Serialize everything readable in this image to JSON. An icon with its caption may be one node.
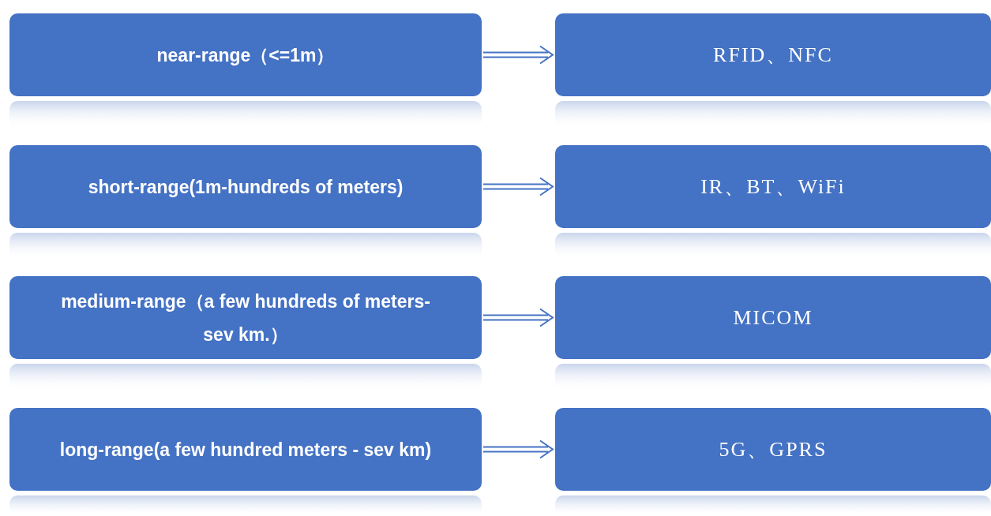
{
  "diagram": {
    "nodes": [
      {
        "text": [
          "near-range（<=1m）"
        ]
      },
      {
        "text": [
          "RFID、NFC"
        ]
      },
      {
        "text": [
          "short-range(1m-hundreds of meters)"
        ]
      },
      {
        "text": [
          "IR、BT、WiFi"
        ]
      },
      {
        "text": [
          "medium-range（a few hundreds of meters-sev km.）"
        ]
      },
      {
        "text": [
          "MICOM"
        ]
      },
      {
        "text": [
          "long-range(a few hundred meters - sev km)"
        ]
      },
      {
        "text": [
          "5G、GPRS"
        ]
      }
    ],
    "edges": [
      {
        "from": 0,
        "to": 1,
        "arrow": "to"
      },
      {
        "from": 2,
        "to": 3,
        "arrow": "to"
      },
      {
        "from": 4,
        "to": 5,
        "arrow": "to"
      },
      {
        "from": 6,
        "to": 7,
        "arrow": "to"
      }
    ]
  }
}
